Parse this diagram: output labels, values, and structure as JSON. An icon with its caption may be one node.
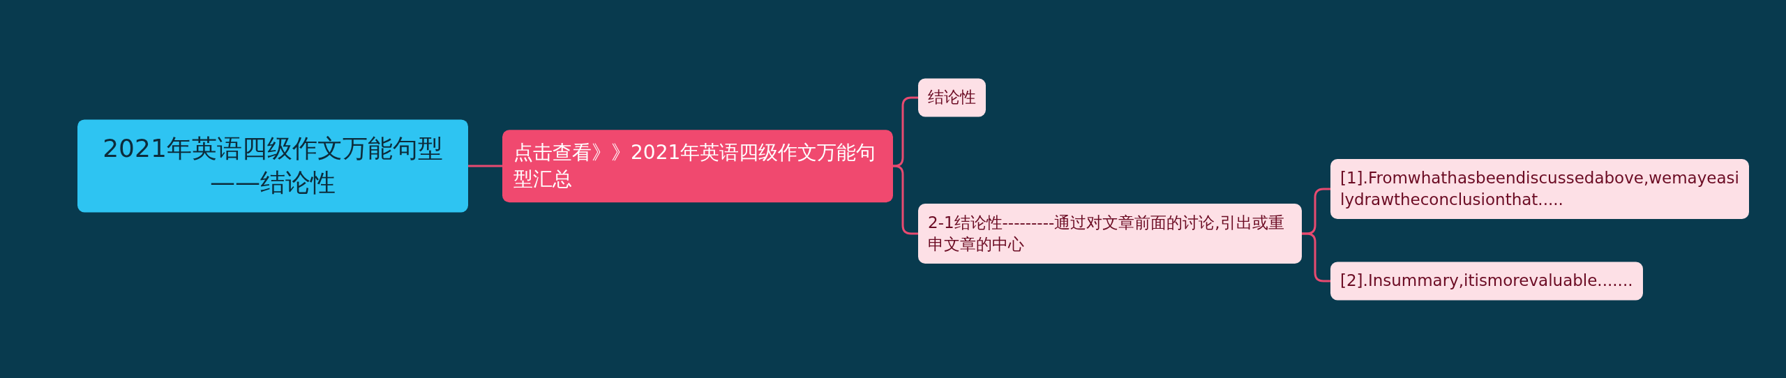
{
  "diagram": {
    "nodes": [
      {
        "text": [
          "2021年英语四级作文万能句型——结论性"
        ]
      },
      {
        "text": [
          "点击查看》》2021年英语四级作文万能句型汇总"
        ]
      },
      {
        "text": [
          "结论性"
        ]
      },
      {
        "text": [
          "2-1结论性---------通过对文章前面的讨论,引出或重申文章的中心"
        ]
      },
      {
        "text": [
          "[1].Fromwhathasbeendiscussedabove,wemayeasilydrawtheconclusionthat....."
        ]
      },
      {
        "text": [
          "[2].Insummary,itismorevaluable......."
        ]
      }
    ],
    "edges": [
      {
        "from": 0,
        "to": 1,
        "arrow": "none"
      },
      {
        "from": 1,
        "to": 2,
        "arrow": "none"
      },
      {
        "from": 1,
        "to": 3,
        "arrow": "none"
      },
      {
        "from": 3,
        "to": 4,
        "arrow": "none"
      },
      {
        "from": 3,
        "to": 5,
        "arrow": "none"
      }
    ]
  }
}
